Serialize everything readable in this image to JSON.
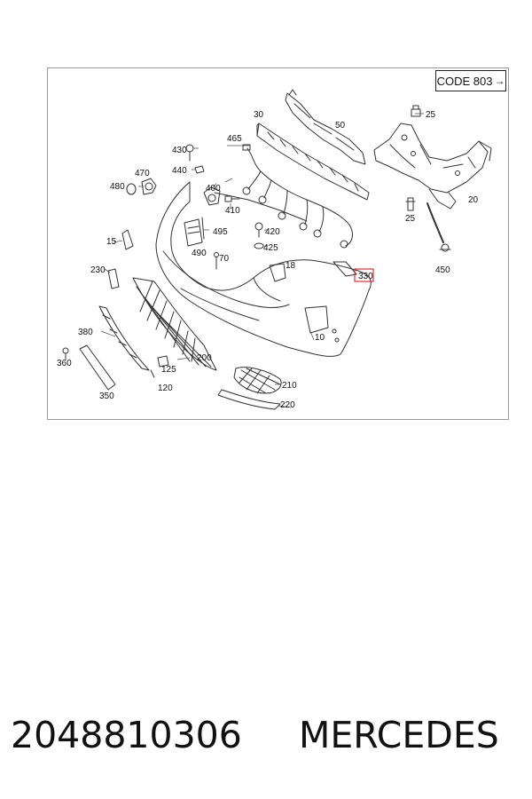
{
  "diagram": {
    "code_label": "CODE 803",
    "code_arrow": "→",
    "highlight_color": "#e0303a",
    "line_color": "#333333",
    "callouts": [
      {
        "id": "25a",
        "label": "25"
      },
      {
        "id": "30",
        "label": "30"
      },
      {
        "id": "50",
        "label": "50"
      },
      {
        "id": "465",
        "label": "465"
      },
      {
        "id": "430",
        "label": "430"
      },
      {
        "id": "440",
        "label": "440"
      },
      {
        "id": "470",
        "label": "470"
      },
      {
        "id": "480",
        "label": "480"
      },
      {
        "id": "400",
        "label": "400"
      },
      {
        "id": "410",
        "label": "410"
      },
      {
        "id": "20",
        "label": "20"
      },
      {
        "id": "25b",
        "label": "25"
      },
      {
        "id": "495",
        "label": "495"
      },
      {
        "id": "420",
        "label": "420"
      },
      {
        "id": "425",
        "label": "425"
      },
      {
        "id": "15",
        "label": "15"
      },
      {
        "id": "490",
        "label": "490"
      },
      {
        "id": "70",
        "label": "70"
      },
      {
        "id": "18",
        "label": "18"
      },
      {
        "id": "330",
        "label": "330",
        "highlighted": true
      },
      {
        "id": "450",
        "label": "450"
      },
      {
        "id": "230",
        "label": "230"
      },
      {
        "id": "10",
        "label": "10"
      },
      {
        "id": "380",
        "label": "380"
      },
      {
        "id": "360",
        "label": "360"
      },
      {
        "id": "200",
        "label": "200"
      },
      {
        "id": "125",
        "label": "125"
      },
      {
        "id": "210",
        "label": "210"
      },
      {
        "id": "120",
        "label": "120"
      },
      {
        "id": "350",
        "label": "350"
      },
      {
        "id": "220",
        "label": "220"
      }
    ]
  },
  "footer": {
    "part_number": "2048810306",
    "brand": "MERCEDES"
  }
}
